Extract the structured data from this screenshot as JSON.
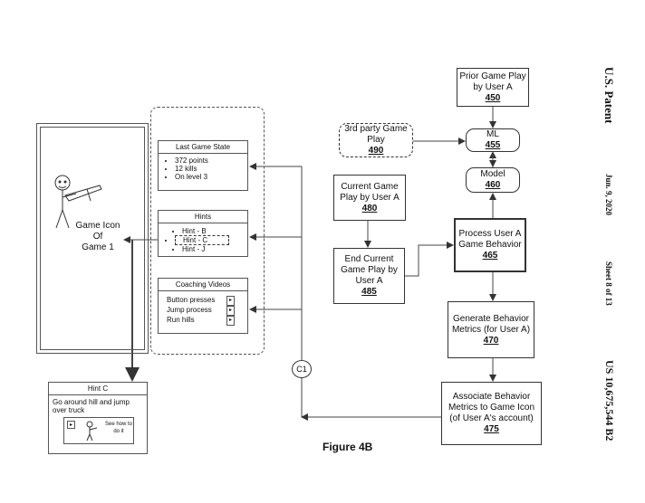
{
  "header": {
    "patent": "U.S. Patent",
    "date": "Jun. 9, 2020",
    "sheet": "Sheet 8 of 13",
    "number": "US 10,675,544 B2"
  },
  "figure_label": "Figure 4B",
  "boxes": {
    "prior": {
      "text": "Prior Game Play by User A",
      "num": "450"
    },
    "third_party": {
      "text": "3rd party Game Play",
      "num": "490"
    },
    "ml": {
      "text": "ML",
      "num": "455"
    },
    "model": {
      "text": "Model",
      "num": "460"
    },
    "current": {
      "text": "Current Game Play by User A",
      "num": "480"
    },
    "end": {
      "text": "End Current Game Play by User A",
      "num": "485"
    },
    "process": {
      "text": "Process User A Game Behavior",
      "num": "465"
    },
    "generate": {
      "text": "Generate Behavior Metrics (for User A)",
      "num": "470"
    },
    "associate": {
      "text": "Associate Behavior Metrics to Game Icon (of User A's account)",
      "num": "475"
    }
  },
  "connector": "C1",
  "game_icon": {
    "line1": "Game Icon",
    "line2": "Of",
    "line3": "Game 1"
  },
  "last_state": {
    "title": "Last Game State",
    "items": [
      "372 points",
      "12 kills",
      "On level 3"
    ]
  },
  "hints": {
    "title": "Hints",
    "items": [
      "Hint - B",
      "Hint - C",
      "Hint - J"
    ]
  },
  "coaching": {
    "title": "Coaching Videos",
    "items": [
      "Button presses",
      "Jump process",
      "Run hills"
    ]
  },
  "hint_popup": {
    "title": "Hint C",
    "text": "Go around hill and jump over truck",
    "see_how": "See how to do it"
  }
}
